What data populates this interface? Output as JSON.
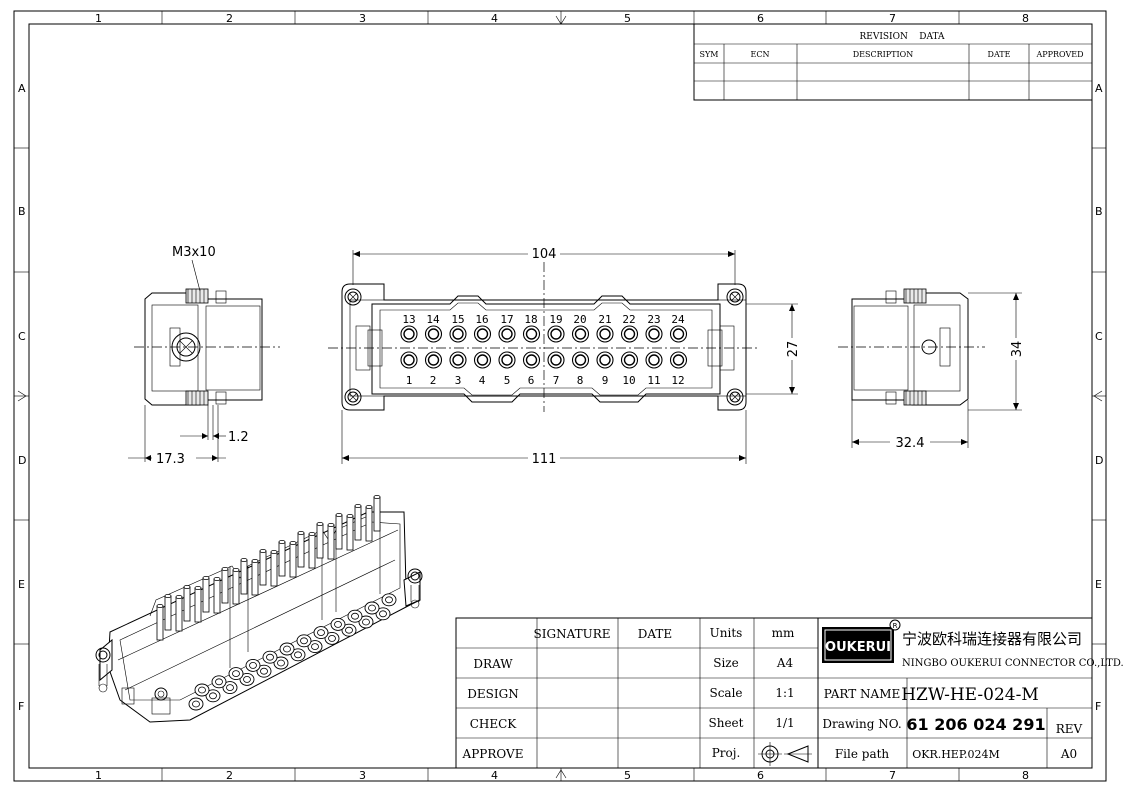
{
  "frame": {
    "col_labels": [
      "1",
      "2",
      "3",
      "4",
      "5",
      "6",
      "7",
      "8"
    ],
    "row_labels": [
      "A",
      "B",
      "C",
      "D",
      "E",
      "F"
    ]
  },
  "revision": {
    "title": "REVISION    DATA",
    "headers": [
      "SYM",
      "ECN",
      "DESCRIPTION",
      "DATE",
      "APPROVED"
    ]
  },
  "dims": {
    "screw": "M3x10",
    "width_top": "104",
    "width_bottom": "111",
    "height_inner": "27",
    "height_outer": "34",
    "side_width": "32.4",
    "left_depth": "17.3",
    "left_offset": "1.2"
  },
  "pins": {
    "top": [
      "13",
      "14",
      "15",
      "16",
      "17",
      "18",
      "19",
      "20",
      "21",
      "22",
      "23",
      "24"
    ],
    "bottom": [
      "1",
      "2",
      "3",
      "4",
      "5",
      "6",
      "7",
      "8",
      "9",
      "10",
      "11",
      "12"
    ]
  },
  "title_block": {
    "sig_header": "SIGNATURE",
    "date_header": "DATE",
    "rows": [
      "DRAW",
      "DESIGN",
      "CHECK",
      "APPROVE"
    ],
    "props": [
      {
        "label": "Units",
        "value": "mm"
      },
      {
        "label": "Size",
        "value": "A4"
      },
      {
        "label": "Scale",
        "value": "1:1"
      },
      {
        "label": "Sheet",
        "value": "1/1"
      },
      {
        "label": "Proj.",
        "value": ""
      }
    ],
    "logo": "OUKERUI",
    "company_cn": "宁波欧科瑞连接器有限公司",
    "company_en": "NINGBO OUKERUI CONNECTOR CO.,LTD.",
    "part_name_label": "PART NAME",
    "part_name": "HZW-HE-024-M",
    "drawing_no_label": "Drawing NO.",
    "drawing_no": "61 206 024 291",
    "file_path_label": "File path",
    "file_path": "OKR.HEP.024M",
    "rev_label": "REV",
    "rev": "A0"
  }
}
